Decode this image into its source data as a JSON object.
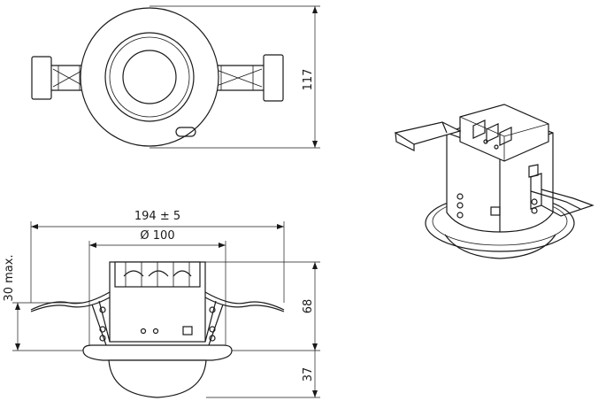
{
  "dimensions": {
    "height_top": "117",
    "width_flange": "194 ± 5",
    "diameter_body": "Ø 100",
    "max_thickness": "30 max.",
    "body_height": "68",
    "dome_height": "37"
  }
}
